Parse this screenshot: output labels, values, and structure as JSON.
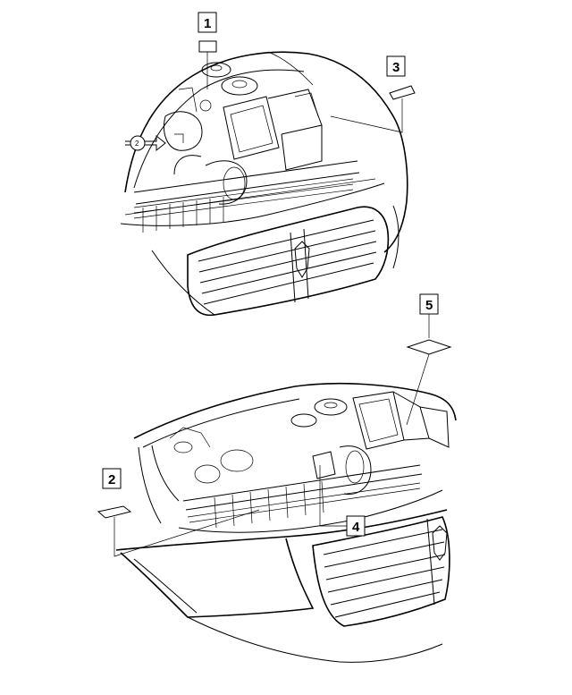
{
  "callouts": {
    "c1": "1",
    "c2": "2",
    "c3": "3",
    "c4": "4",
    "c5": "5"
  },
  "inset_arrow_label": "2"
}
